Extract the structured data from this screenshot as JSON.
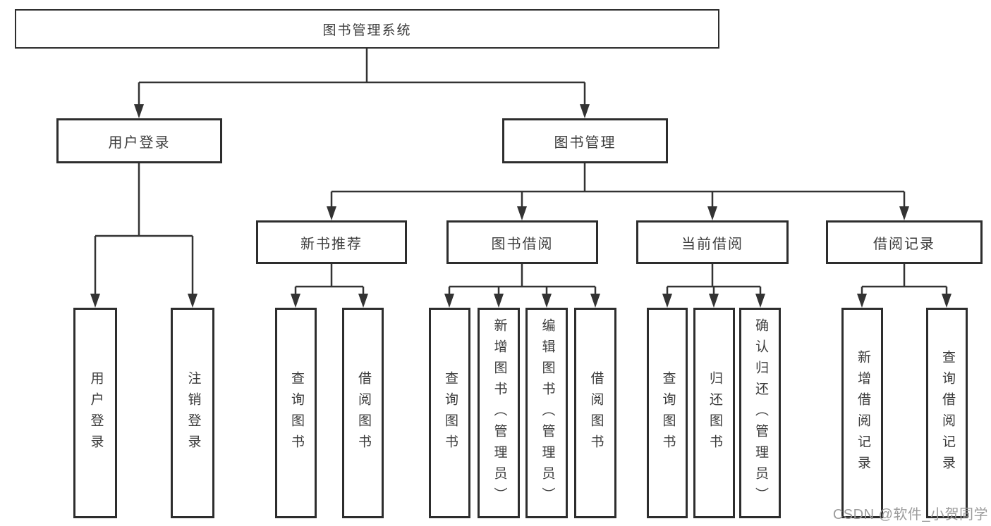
{
  "watermark": "CSDN @软件_小贺同学",
  "colors": {
    "line": "#333333",
    "box_border": "#2d2d2d",
    "text": "#3c3c3c",
    "watermark": "#9c9c9c",
    "background": "#ffffff"
  },
  "tree": {
    "label": "图书管理系统",
    "children": [
      {
        "label": "用户登录",
        "children": [
          {
            "label": "用户登录"
          },
          {
            "label": "注销登录"
          }
        ]
      },
      {
        "label": "图书管理",
        "children": [
          {
            "label": "新书推荐",
            "children": [
              {
                "label": "查询图书"
              },
              {
                "label": "借阅图书"
              }
            ]
          },
          {
            "label": "图书借阅",
            "children": [
              {
                "label": "查询图书"
              },
              {
                "label": "新增图书（管理员）"
              },
              {
                "label": "编辑图书（管理员）"
              },
              {
                "label": "借阅图书"
              }
            ]
          },
          {
            "label": "当前借阅",
            "children": [
              {
                "label": "查询图书"
              },
              {
                "label": "归还图书"
              },
              {
                "label": "确认归还（管理员）"
              }
            ]
          },
          {
            "label": "借阅记录",
            "children": [
              {
                "label": "新增借阅记录"
              },
              {
                "label": "查询借阅记录"
              }
            ]
          }
        ]
      }
    ]
  }
}
